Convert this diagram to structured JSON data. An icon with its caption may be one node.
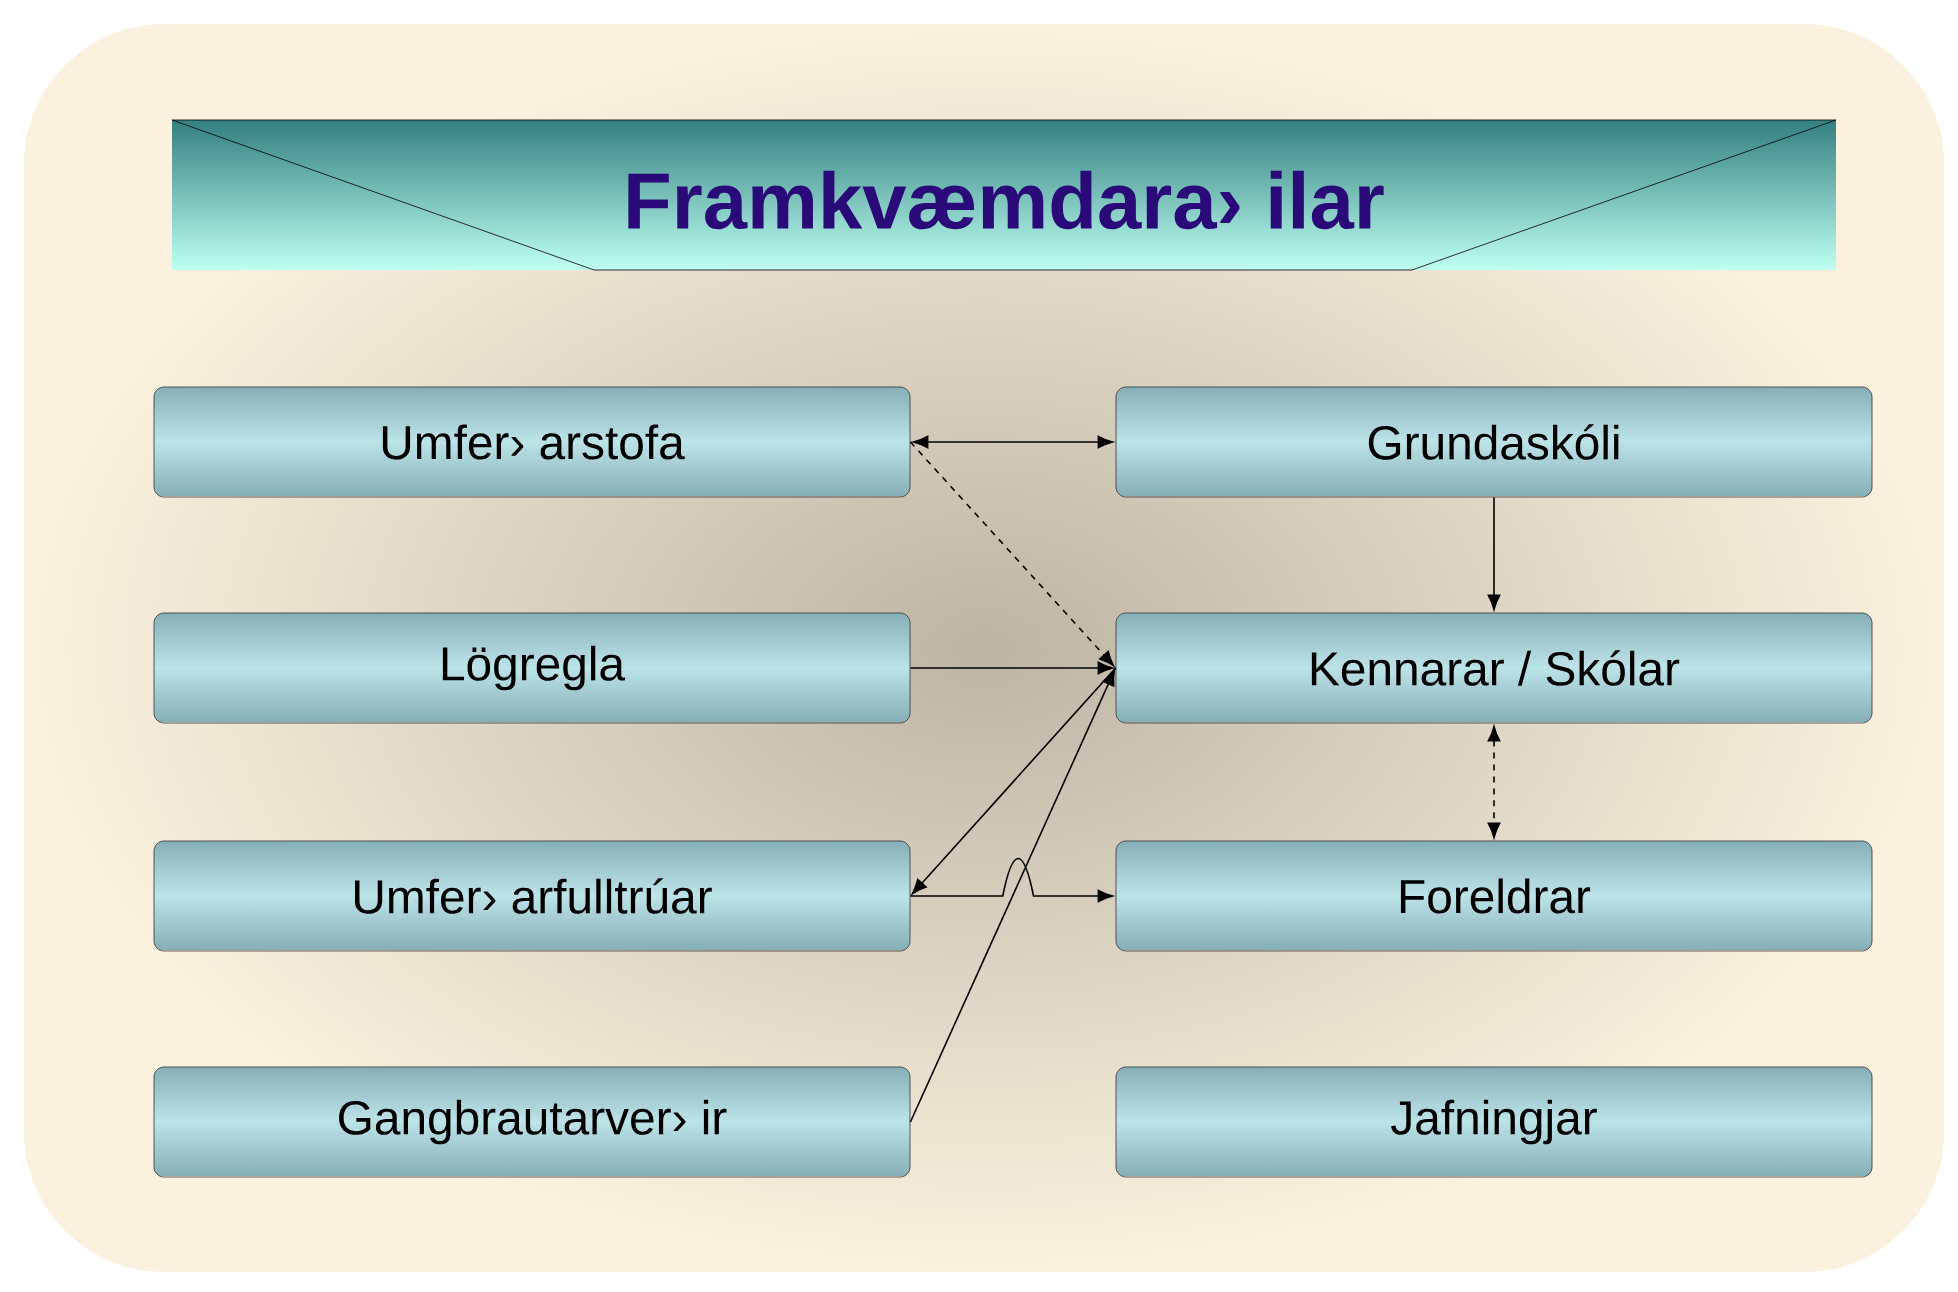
{
  "diagram": {
    "title": "Framkvæmdara› ilar",
    "nodes": [
      {
        "text": [
          "Umfer› arstofa"
        ]
      },
      {
        "text": [
          "Grundaskóli"
        ]
      },
      {
        "text": [
          "Lögregla"
        ]
      },
      {
        "text": [
          "Kennarar / Skólar"
        ]
      },
      {
        "text": [
          "Umfer› arfulltrúar"
        ]
      },
      {
        "text": [
          "Foreldrar"
        ]
      },
      {
        "text": [
          "Gangbrautarver› ir"
        ]
      },
      {
        "text": [
          "Jafningjar"
        ]
      }
    ],
    "edges": [
      {
        "from": 0,
        "to": 1,
        "arrow": "both"
      },
      {
        "from": 0,
        "to": 3,
        "arrow": "to",
        "style": "dashed"
      },
      {
        "from": 1,
        "to": 3,
        "arrow": "to"
      },
      {
        "from": 2,
        "to": 3,
        "arrow": "to"
      },
      {
        "from": 3,
        "to": 5,
        "arrow": "both",
        "style": "dashed"
      },
      {
        "from": 3,
        "to": 4,
        "arrow": "to"
      },
      {
        "from": 4,
        "to": 5,
        "arrow": "to"
      },
      {
        "from": 6,
        "to": 3,
        "arrow": "to"
      }
    ]
  }
}
